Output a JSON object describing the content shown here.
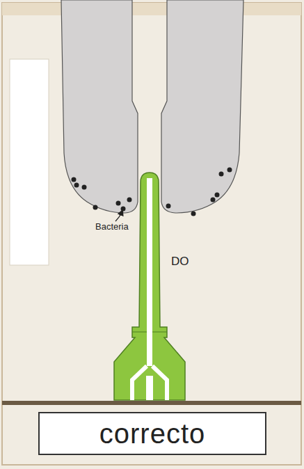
{
  "diagram": {
    "nodes": [
      {
        "text": [
          "correcto"
        ]
      }
    ],
    "labels": [
      "Bacteria",
      "DO"
    ]
  }
}
